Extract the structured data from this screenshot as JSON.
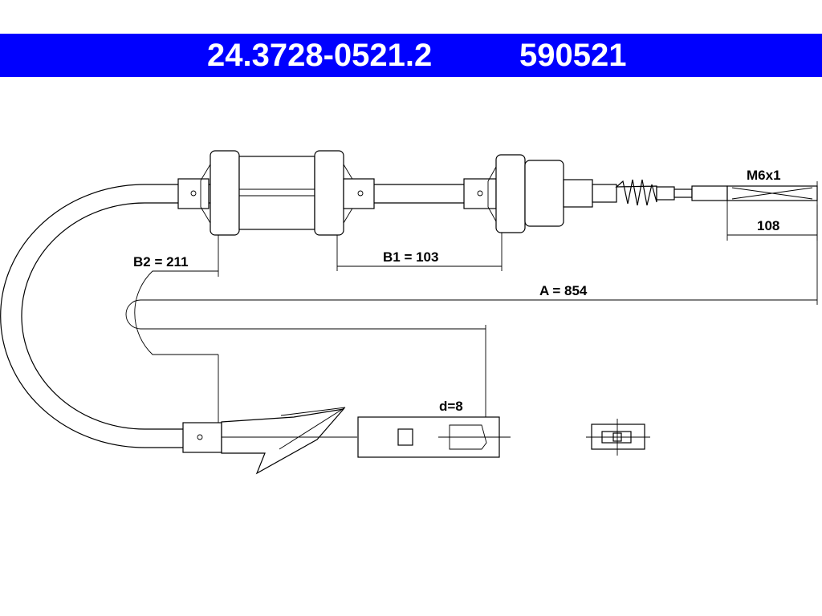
{
  "header": {
    "part_number": "24.3728-0521.2",
    "reference_number": "590521",
    "background": "#0000ff",
    "text_color": "#ffffff"
  },
  "dimensions": {
    "thread": "M6x1",
    "thread_length": "108",
    "b1": "B1 = 103",
    "b2": "B2 = 211",
    "a": "A = 854",
    "d": "d=8"
  }
}
